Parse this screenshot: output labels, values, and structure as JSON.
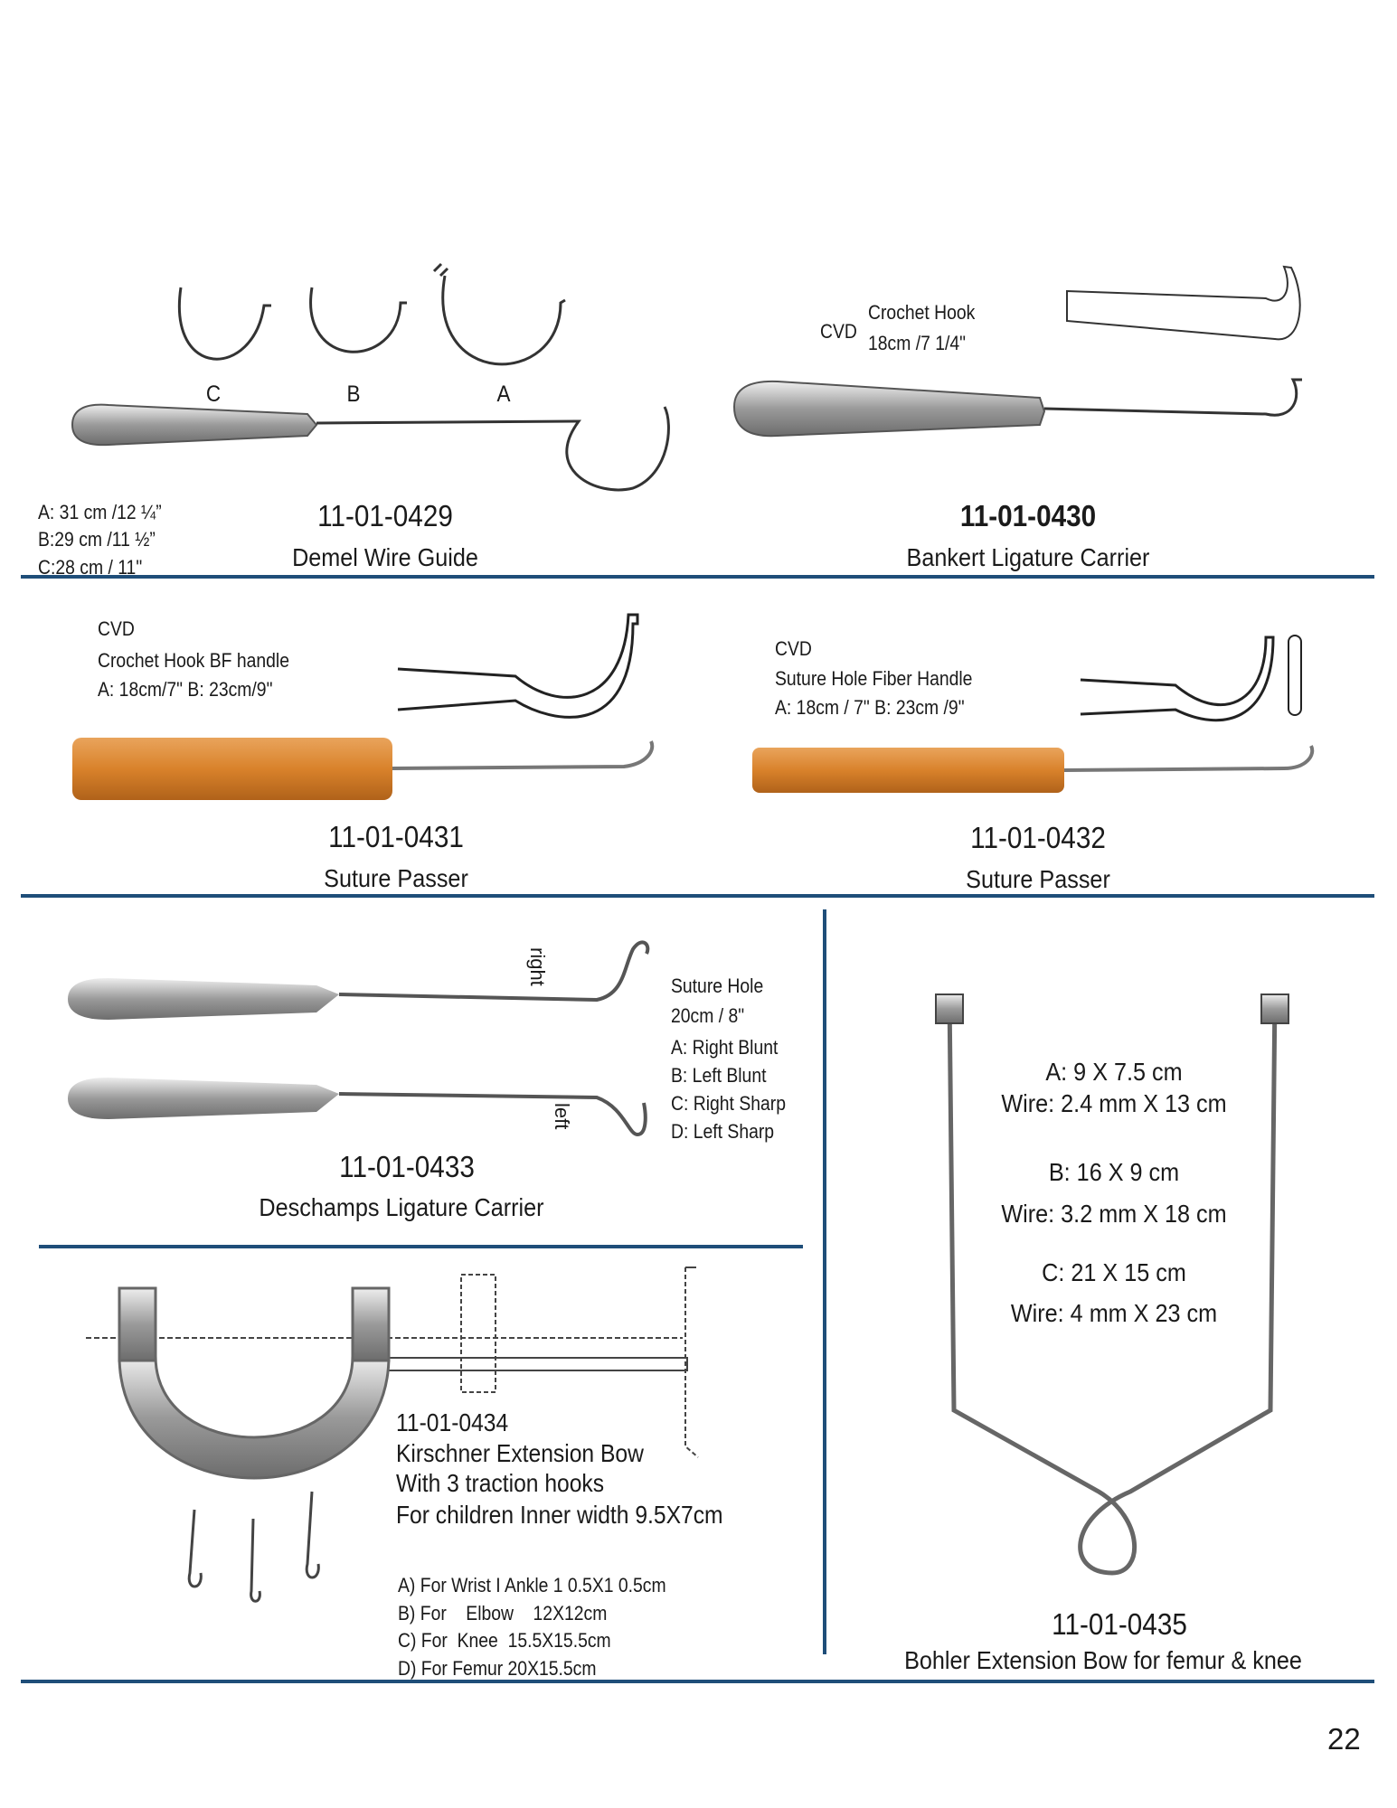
{
  "colors": {
    "rule": "#1f4e79",
    "fiber_handle": "#d9822b",
    "steel": "#a9a9a9"
  },
  "p0429": {
    "code": "11-01-0429",
    "name": "Demel Wire Guide",
    "dims": [
      "A: 31 cm /12 ¼”",
      "B:29  cm  /11 ½”",
      "C:28 cm / 11\""
    ],
    "variant_labels": [
      "C",
      "B",
      "A"
    ]
  },
  "p0430": {
    "code": "11-01-0430",
    "code_overlay": "11-01-0430",
    "name": "Bankert Ligature Carrier",
    "cvd": "CVD",
    "type": "Crochet Hook",
    "size": "18cm /7 1/4\""
  },
  "p0431": {
    "code": "11-01-0431",
    "name": "Suture Passer",
    "cvd": "CVD",
    "type": "Crochet Hook BF handle",
    "size": "A:  18cm/7\" B: 23cm/9\""
  },
  "p0432": {
    "code": "11-01-0432",
    "name": "Suture Passer",
    "cvd": "CVD",
    "type": "Suture Hole Fiber Handle",
    "size": "A: 18cm / 7\" B: 23cm /9\""
  },
  "p0433": {
    "code": "11-01-0433",
    "name": "Deschamps Ligature Carrier",
    "label_right": "right",
    "label_left": "left",
    "type": "Suture Hole",
    "size": "20cm / 8\"",
    "options": [
      "A: Right Blunt",
      "B: Left Blunt",
      "C: Right Sharp",
      "D: Left Sharp"
    ]
  },
  "p0434": {
    "code": "11-01-0434",
    "lines": [
      "Kirschner Extension Bow",
      "With 3 traction hooks",
      "For children Inner width 9.5X7cm"
    ],
    "sizes": [
      "A) For Wrist I Ankle 1 0.5X1 0.5cm",
      "B) For    Elbow    12X12cm",
      "C) For  Knee  15.5X15.5cm",
      "D) For Femur 20X15.5cm"
    ]
  },
  "p0435": {
    "code": "11-01-0435",
    "name": "Bohler Extension Bow for femur & knee",
    "specs": [
      "A: 9 X 7.5 cm",
      "Wire: 2.4 mm X 13 cm",
      "B: 16 X 9 cm",
      "Wire: 3.2 mm X 18 cm",
      "C: 21 X 15 cm",
      "Wire: 4 mm X 23 cm"
    ]
  },
  "page_number": "22"
}
